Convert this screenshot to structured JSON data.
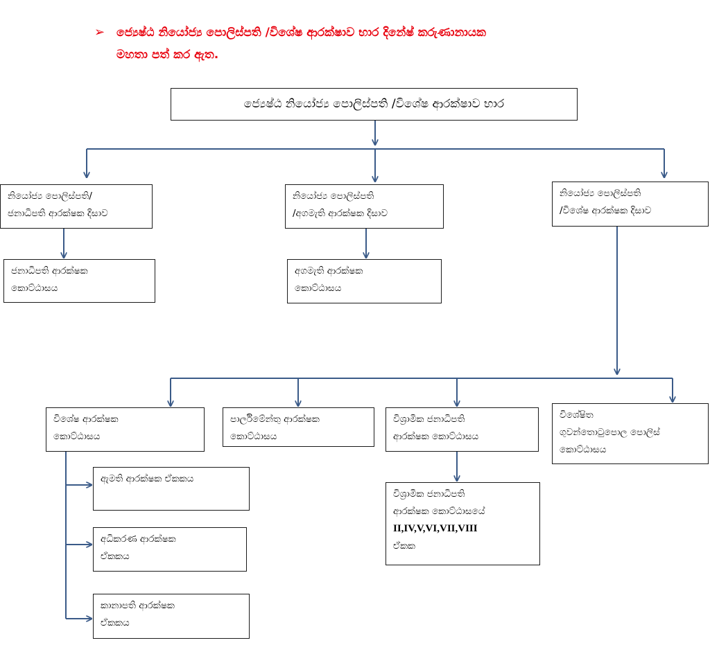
{
  "heading": {
    "marker": "➢",
    "line1": "ජ්‍යෙෂ්ඨ නියෝජ්‍ය පොලිස්පති /විශේෂ ආරක්ෂාව භාර දිනේෂ් කරුණානායක",
    "line2": "මහතා පත් කර ඇත."
  },
  "colors": {
    "heading": "#e8000d",
    "connector": "#3a5a88",
    "border": "#1a1a1a"
  },
  "chart": {
    "top": {
      "label": "ජ්‍යෙෂ්ඨ නියෝජ්‍ය පොලිස්පති /විශේෂ ආරක්ෂාව භාර"
    },
    "dig_presidential": {
      "line1": "නියෝජ්‍ය පොලිස්පති/",
      "line2": "ජනාධිපති ආරක්ෂක දිසාව"
    },
    "dig_ministerial": {
      "line1": "නියෝජ්‍ය පොලිස්පති",
      "line2": "/අගමැති ආරක්ෂක දිසාව"
    },
    "dig_special": {
      "line1": "නියෝජ්‍ය පොලිස්පති",
      "line2": "/විශේෂ ආරක්ෂක දිසාව"
    },
    "presidential_division": {
      "line1": "ජනාධිපති ආරක්ෂක",
      "line2": "කොට්ඨාසය"
    },
    "pm_division": {
      "line1": "අගමැති ආරක්ෂක",
      "line2": "කොට්ඨාසය"
    },
    "special_division": {
      "line1": "විශේෂ ආරක්ෂක",
      "line2": "කොට්ඨාසය"
    },
    "parliament_division": {
      "line1": "පාර්ලිමේන්තු ආරක්ෂක",
      "line2": "කොට්ඨාසය"
    },
    "retired_president_division": {
      "line1": "විශ්‍රාමික ජනාධිපති",
      "line2": "ආරක්ෂක කොට්ඨාසය"
    },
    "gunnet_division": {
      "line1": "විශේෂිත",
      "line2": "ගුවන්තොටුපොල පොලිස්",
      "line3": "කොට්ඨාසය"
    },
    "ministers_unit": {
      "line1": "ඇමති ආරක්ෂක ඒකකය"
    },
    "judicial_unit": {
      "line1": "අධිකරණ ආරක්ෂක",
      "line2": "ඒකකය"
    },
    "speaker_unit": {
      "line1": "කානාපති ආරක්ෂක",
      "line2": "ඒකකය"
    },
    "retired_units": {
      "line1": "විශ්‍රාමික ජනාධිපති",
      "line2": "ආරක්ෂක කොට්ඨාසයේ",
      "line3": "II,IV,V,VI,VII,VIII",
      "line4": "ඒකක"
    }
  }
}
